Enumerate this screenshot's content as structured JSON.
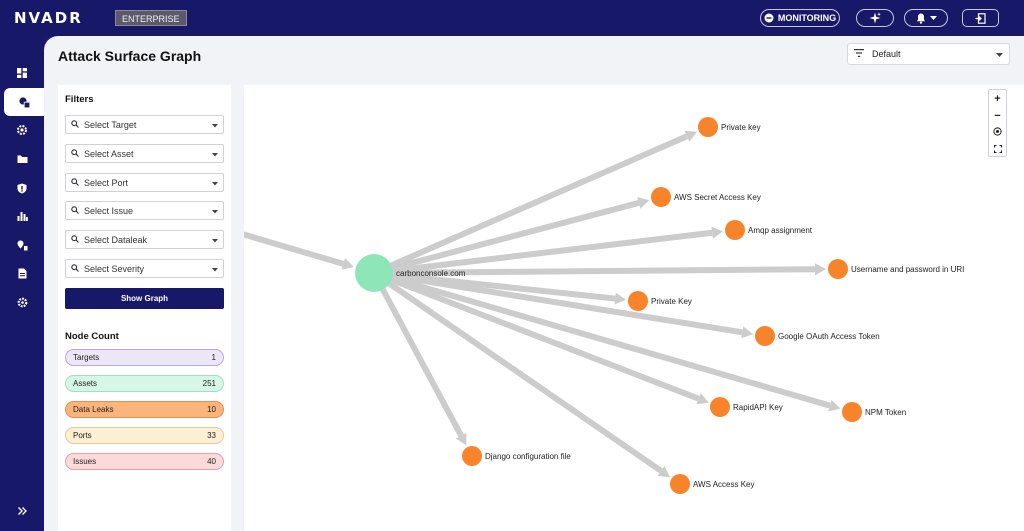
{
  "app": {
    "logo": "NVADR",
    "edition": "ENTERPRISE"
  },
  "topbar": {
    "monitoring_label": "MONITORING",
    "icons": [
      "minus-circle-icon",
      "sparkle-icon",
      "bell-icon",
      "chevron-down-icon",
      "logout-icon"
    ]
  },
  "sidebar": {
    "items": [
      {
        "name": "dashboard",
        "icon": "grid-icon",
        "active": false
      },
      {
        "name": "attack-surface",
        "icon": "shapes-icon",
        "active": true
      },
      {
        "name": "integrations",
        "icon": "gear-cog-icon",
        "active": false
      },
      {
        "name": "assets",
        "icon": "folder-icon",
        "active": false
      },
      {
        "name": "security",
        "icon": "shield-icon",
        "active": false
      },
      {
        "name": "reports",
        "icon": "bar-chart-icon",
        "active": false
      },
      {
        "name": "locations",
        "icon": "pin-icon",
        "active": false
      },
      {
        "name": "documents",
        "icon": "document-icon",
        "active": false
      },
      {
        "name": "settings",
        "icon": "settings-icon",
        "active": false
      }
    ],
    "expand_icon": "double-chevron-right-icon"
  },
  "page": {
    "title": "Attack Surface Graph",
    "view_select": "Default"
  },
  "filters": {
    "title": "Filters",
    "selects": [
      "Select Target",
      "Select Asset",
      "Select Port",
      "Select Issue",
      "Select Dataleak",
      "Select Severity"
    ],
    "button": "Show Graph"
  },
  "node_count": {
    "title": "Node Count",
    "items": [
      {
        "label": "Targets",
        "count": "1",
        "bg": "#ece6f6",
        "border": "#b9a9d8"
      },
      {
        "label": "Assets",
        "count": "251",
        "bg": "#d6f6e6",
        "border": "#9ee0bf"
      },
      {
        "label": "Data Leaks",
        "count": "10",
        "bg": "#fbb47c",
        "border": "#e0904f"
      },
      {
        "label": "Ports",
        "count": "33",
        "bg": "#fdefd4",
        "border": "#e8c890"
      },
      {
        "label": "Issues",
        "count": "40",
        "bg": "#fcdada",
        "border": "#e8a0a0"
      }
    ]
  },
  "graph": {
    "center": {
      "label": "carbonconsole.com",
      "color": "#8ee6b8"
    },
    "leak_color": "#f7842a",
    "edge_color": "#cccccc",
    "nodes": [
      {
        "label": "Private key"
      },
      {
        "label": "AWS Secret Access Key"
      },
      {
        "label": "Amqp assignment"
      },
      {
        "label": "Username and password in URI"
      },
      {
        "label": "Private Key"
      },
      {
        "label": "Google OAuth Access Token"
      },
      {
        "label": "RapidAPI Key"
      },
      {
        "label": "NPM Token"
      },
      {
        "label": "Django configuration file"
      },
      {
        "label": "AWS Access Key"
      }
    ],
    "zoom_controls": [
      "+",
      "−",
      "target-icon",
      "fullscreen-icon"
    ]
  }
}
